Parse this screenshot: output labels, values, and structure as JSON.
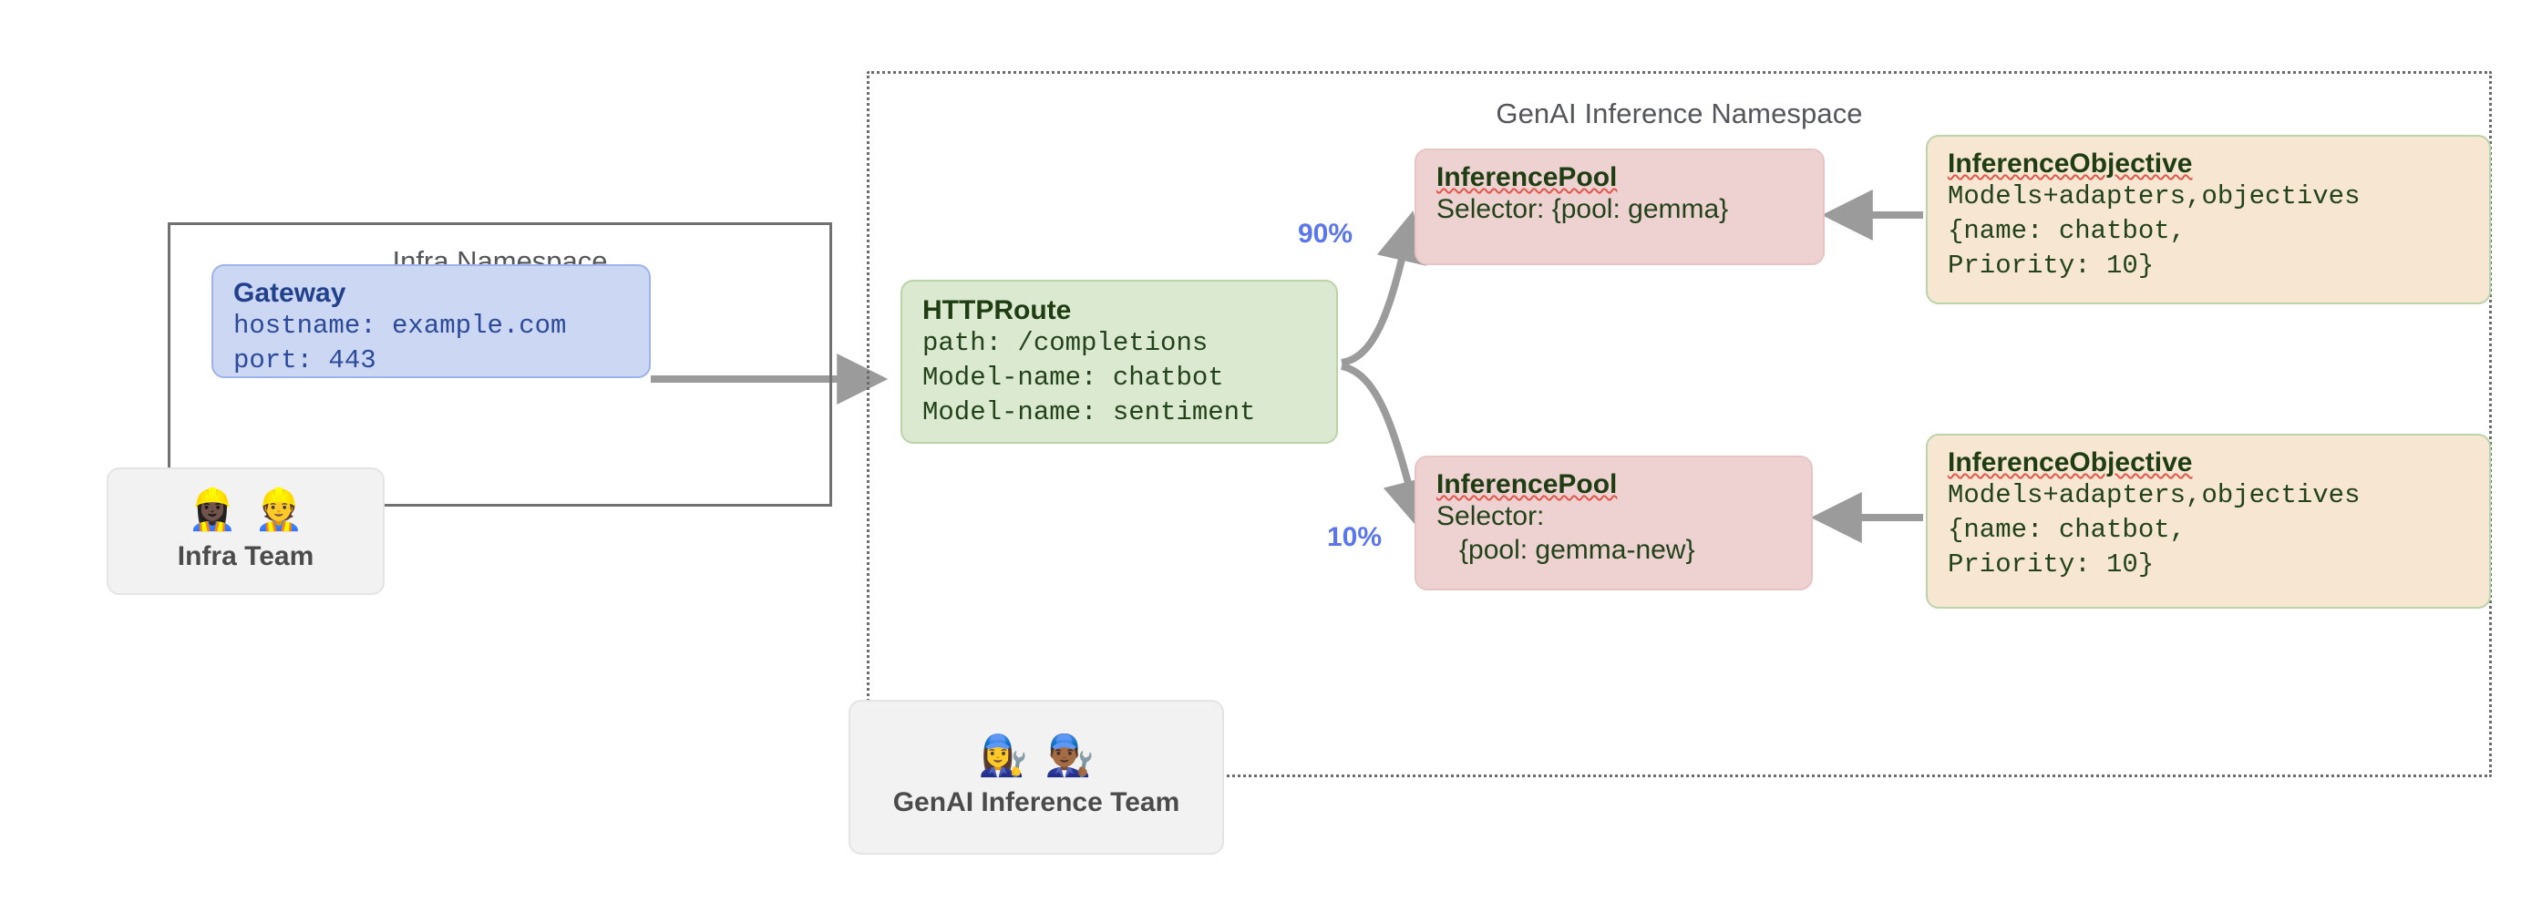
{
  "diagram": {
    "namespaces": {
      "genai": {
        "title": "GenAI Inference Namespace"
      },
      "infra": {
        "title": "Infra Namespace"
      }
    },
    "nodes": {
      "gateway": {
        "title": "Gateway",
        "line1": "hostname: example.com",
        "line2": "port: 443"
      },
      "httproute": {
        "title": "HTTPRoute",
        "line1": "path: /completions",
        "line2": "Model-name: chatbot",
        "line3": "Model-name: sentiment"
      },
      "pool_gemma": {
        "title": "InferencePool",
        "line1": "Selector: {pool: gemma}"
      },
      "pool_gemma_new": {
        "title": "InferencePool",
        "line1": "Selector:",
        "line2": "   {pool: gemma-new}"
      },
      "objective_top": {
        "title": "InferenceObjective",
        "line1": "Models+adapters,objectives",
        "line2": "{name: chatbot,",
        "line3": "Priority: 10}"
      },
      "objective_bottom": {
        "title": "InferenceObjective",
        "line1": "Models+adapters,objectives",
        "line2": "{name: chatbot,",
        "line3": "Priority: 10}"
      }
    },
    "teams": {
      "infra": {
        "label": "Infra Team",
        "emojis": "👷🏿‍♀️👷"
      },
      "genai": {
        "label": "GenAI Inference Team",
        "emojis": "👩‍🔧👨🏾‍🔧"
      }
    },
    "edges": {
      "split_top_label": "90%",
      "split_bottom_label": "10%"
    },
    "colors": {
      "gateway_bg": "#ccd7f4",
      "gateway_text": "#22418c",
      "httproute_bg": "#dbe9d0",
      "httproute_text": "#22431a",
      "pool_bg": "#eed1d1",
      "objective_bg": "#f6e6d2",
      "edge_label": "#5b76ed",
      "arrow": "#9b9b9b",
      "namespace_border": "#6b6b6b",
      "team_bg": "#f2f2f2"
    }
  }
}
